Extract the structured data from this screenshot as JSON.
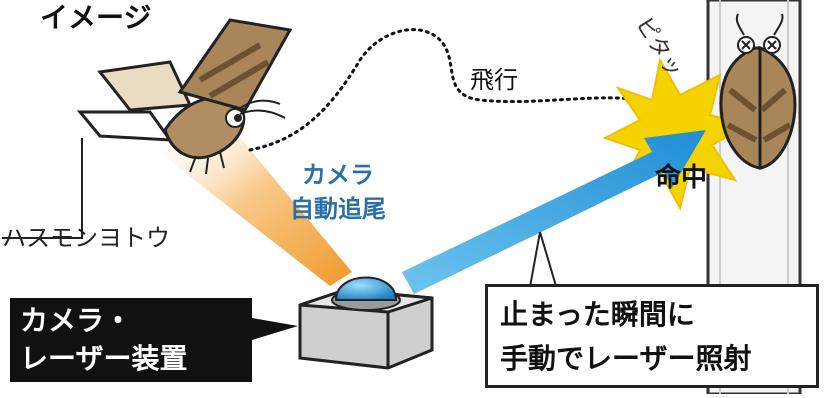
{
  "title": "イメージ",
  "flight_label": "飛行",
  "impact_sound": "ピタッ",
  "hit_label": "命中",
  "camera_tracking": [
    "カメラ",
    "自動追尾"
  ],
  "moth_name": "ハスモンヨトウ",
  "device_label": [
    "カメラ・",
    "レーザー装置"
  ],
  "laser_note": [
    "止まった瞬間に",
    "手動でレーザー照射"
  ],
  "colors": {
    "laser_blue": "#2f9ad8",
    "cone_orange": "#f0a23a",
    "burst_yellow": "#f5d300",
    "tracking_text": "#2a6fa8",
    "moth_brown": "#a8865a"
  }
}
